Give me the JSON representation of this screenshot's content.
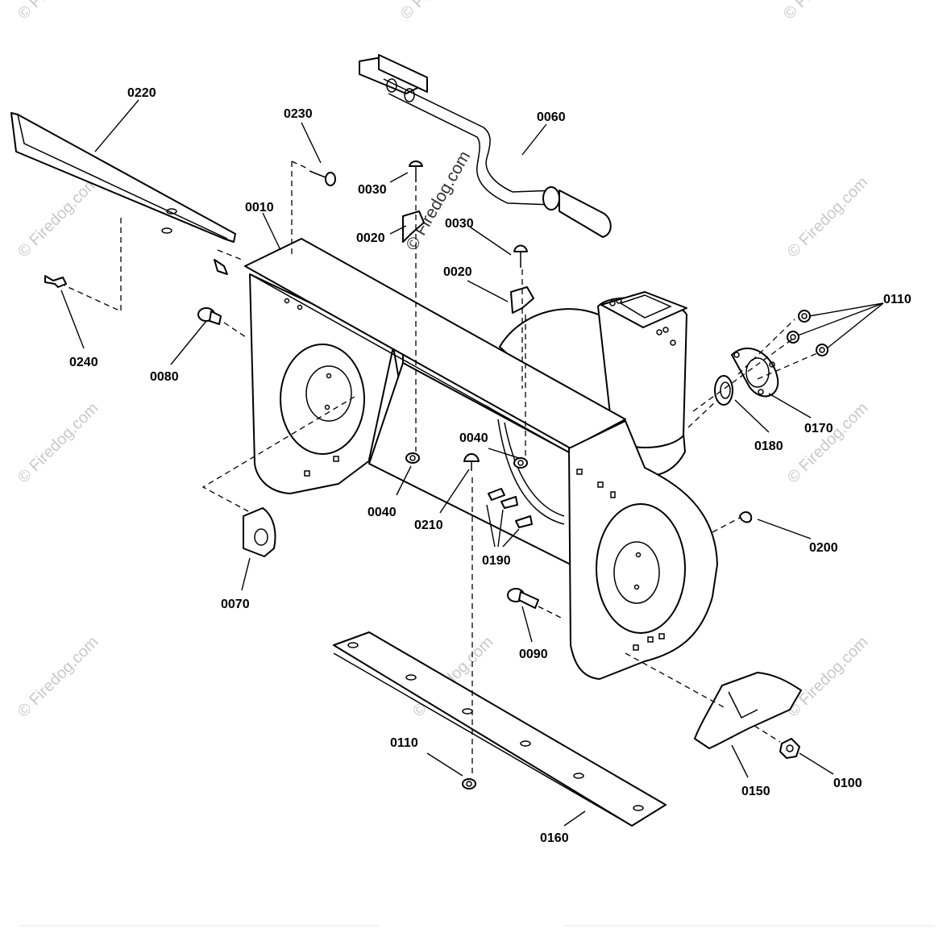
{
  "watermark": {
    "text": "© Firedog.com",
    "color": "#c8c8c8"
  },
  "callouts": {
    "c0010": "0010",
    "c0020a": "0020",
    "c0020b": "0020",
    "c0030a": "0030",
    "c0030b": "0030",
    "c0040a": "0040",
    "c0040b": "0040",
    "c0060": "0060",
    "c0070": "0070",
    "c0080": "0080",
    "c0090": "0090",
    "c0100": "0100",
    "c0110a": "0110",
    "c0110b": "0110",
    "c0150": "0150",
    "c0160": "0160",
    "c0170": "0170",
    "c0180": "0180",
    "c0190": "0190",
    "c0200": "0200",
    "c0210": "0210",
    "c0220": "0220",
    "c0230": "0230",
    "c0240": "0240"
  }
}
